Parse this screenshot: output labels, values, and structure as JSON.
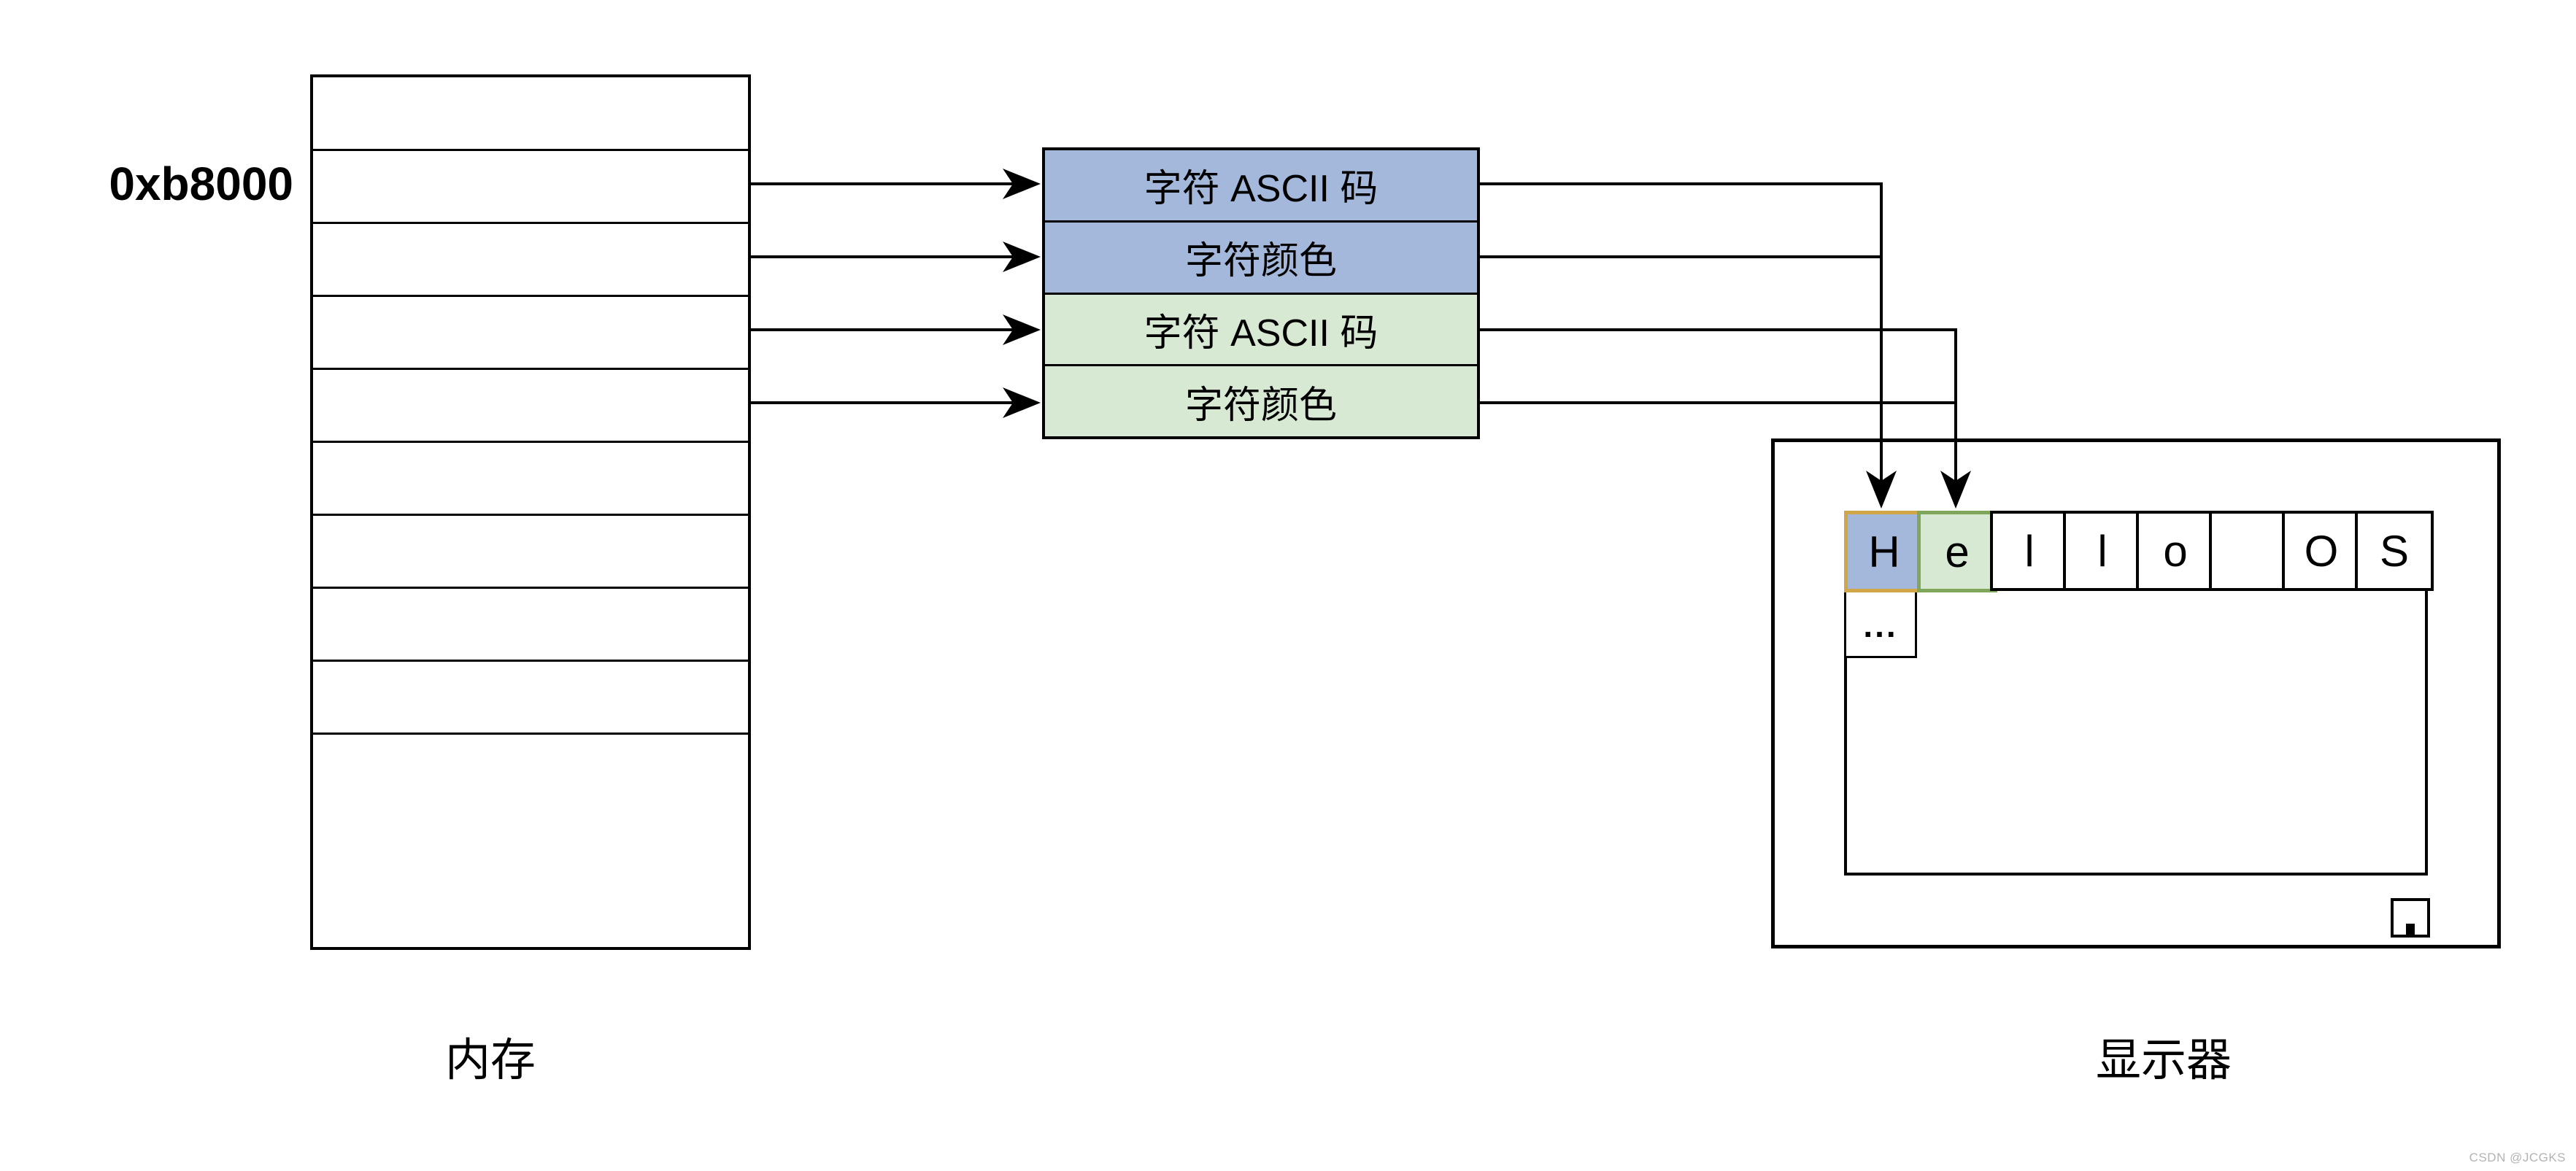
{
  "memory": {
    "address_label": "0xb8000",
    "caption": "内存"
  },
  "buffer": {
    "rows": [
      {
        "label": "字符 ASCII 码",
        "group": "blue"
      },
      {
        "label": "字符颜色",
        "group": "blue"
      },
      {
        "label": "字符 ASCII 码",
        "group": "green"
      },
      {
        "label": "字符颜色",
        "group": "green"
      }
    ]
  },
  "display": {
    "caption": "显示器",
    "cells": [
      "H",
      "e",
      "l",
      "l",
      "o",
      "",
      "O",
      "S"
    ],
    "ellipsis": "..."
  },
  "colors": {
    "blue_fill": "#a4b8dc",
    "green_fill": "#d7e9d2",
    "gold_border": "#d0a648",
    "green_border": "#80a65c",
    "line": "#000000",
    "watermark": "#b3b3b3"
  },
  "watermark": "CSDN @JCGKS"
}
